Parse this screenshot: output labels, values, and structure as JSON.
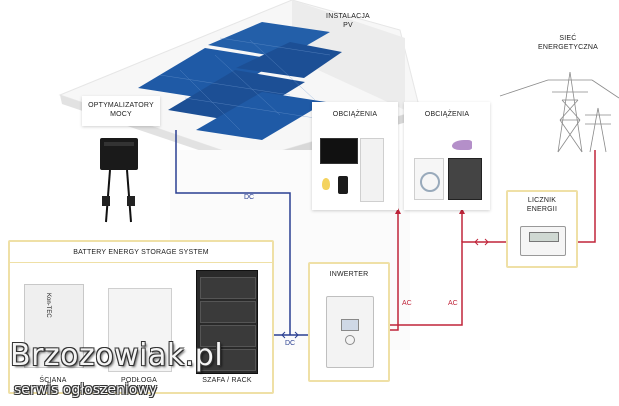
{
  "labels": {
    "pv_installation": "INSTALACJA\nPV",
    "optimizers": "OPTYMALIZATORY\nMOCY",
    "loads_1": "OBCIĄŻENIA",
    "loads_2": "OBCIĄŻENIA",
    "grid": "SIEĆ\nENERGETYCZNA",
    "meter": "LICZNIK\nENERGII",
    "inverter": "INWERTER",
    "bess_title": "BATTERY ENERGY STORAGE SYSTEM",
    "wall": "ŚCIANA",
    "floor": "PODŁOGA",
    "rack": "SZAFA / RACK",
    "brand": "Kon-TEC"
  },
  "wires": {
    "dc_top": "DC",
    "dc_bottom": "DC",
    "ac_left": "AC",
    "ac_right": "AC"
  },
  "watermark": {
    "title": "Brzozowiak.pl",
    "subtitle": "serwis ogłoszeniowy"
  },
  "colors": {
    "dc_wire": "#2a3f91",
    "ac_wire": "#c0253a",
    "frame_gold": "#efe0a6",
    "panel_blue": "#1f5aa6"
  }
}
